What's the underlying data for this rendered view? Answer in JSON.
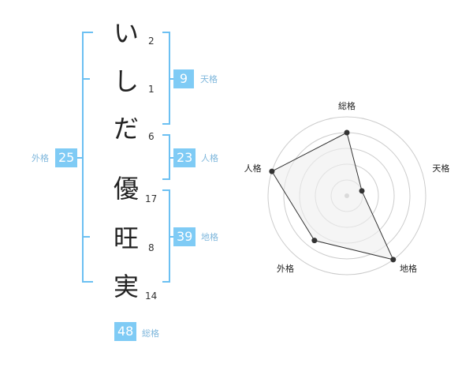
{
  "name_chars": [
    {
      "char": "い",
      "strokes": "2"
    },
    {
      "char": "し",
      "strokes": "1"
    },
    {
      "char": "だ",
      "strokes": "6"
    },
    {
      "char": "優",
      "strokes": "17"
    },
    {
      "char": "旺",
      "strokes": "8"
    },
    {
      "char": "実",
      "strokes": "14"
    }
  ],
  "scores": {
    "tenkaku": {
      "value": "9",
      "label": "天格"
    },
    "jinkaku": {
      "value": "23",
      "label": "人格"
    },
    "chikaku": {
      "value": "39",
      "label": "地格"
    },
    "gaikaku": {
      "value": "25",
      "label": "外格"
    },
    "soukaku": {
      "value": "48",
      "label": "総格"
    }
  },
  "chart_data": {
    "type": "radar",
    "axes": [
      "総格",
      "天格",
      "地格",
      "外格",
      "人格"
    ],
    "values": [
      0.8,
      0.2,
      1.0,
      0.7,
      1.0
    ],
    "rings": 5,
    "colors": {
      "fill": "#eeeeee",
      "line": "#333333",
      "grid": "#cccccc",
      "point": "#333333"
    }
  }
}
